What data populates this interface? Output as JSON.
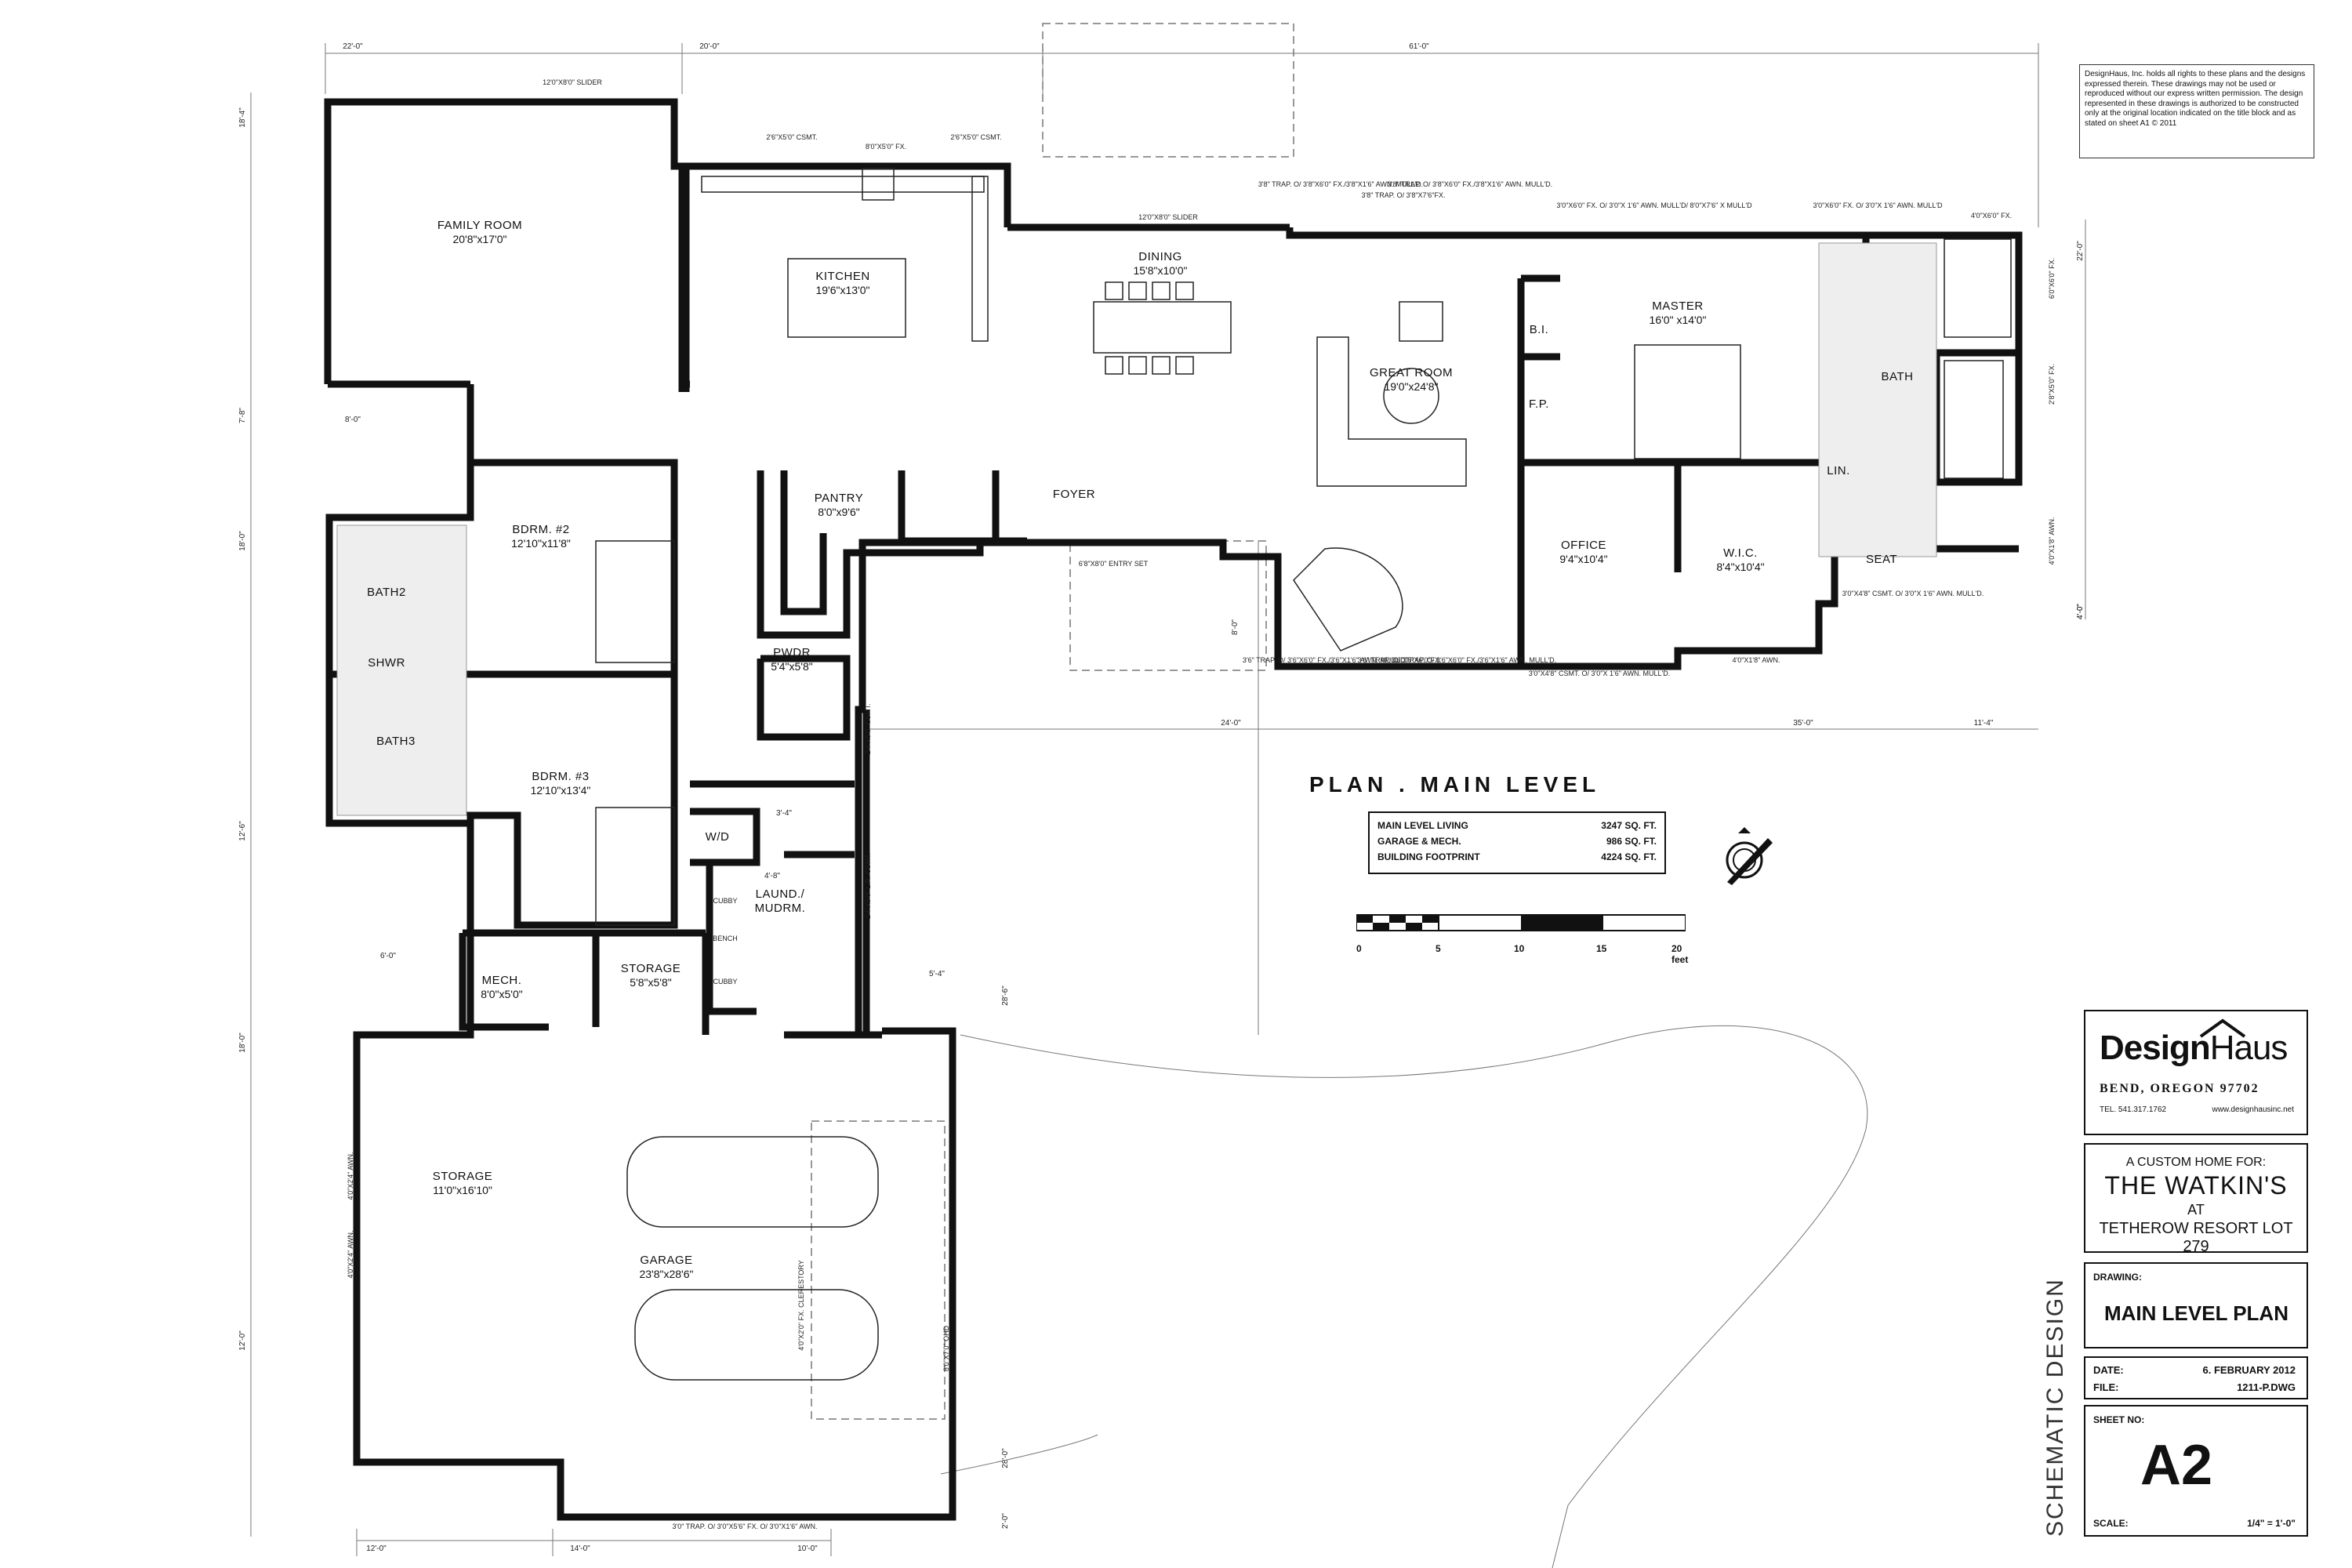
{
  "copyright": "DesignHaus, Inc. holds all rights to these plans and the designs expressed therein. These drawings may not be used or reproduced without our express written permission. The design represented in these drawings is authorized to be constructed only at the original location indicated on the title block and as stated on sheet A1     © 2011",
  "plan_title": "PLAN . MAIN LEVEL",
  "areas": [
    {
      "label": "MAIN LEVEL LIVING",
      "value": "3247 SQ. FT."
    },
    {
      "label": "GARAGE & MECH.",
      "value": "986 SQ. FT."
    },
    {
      "label": "BUILDING FOOTPRINT",
      "value": "4224 SQ. FT."
    }
  ],
  "scale_bar": {
    "labels": [
      "0",
      "5",
      "10",
      "15",
      "20 feet"
    ]
  },
  "rooms": {
    "family_room": {
      "name": "FAMILY ROOM",
      "size": "20'8\"x17'0\""
    },
    "kitchen": {
      "name": "KITCHEN",
      "size": "19'6\"x13'0\""
    },
    "dining": {
      "name": "DINING",
      "size": "15'8\"x10'0\""
    },
    "great_room": {
      "name": "GREAT ROOM",
      "size": "19'0\"x24'8\""
    },
    "master": {
      "name": "MASTER",
      "size": "16'0\" x14'0\""
    },
    "bath": {
      "name": "BATH"
    },
    "pantry": {
      "name": "PANTRY",
      "size": "8'0\"x9'6\""
    },
    "foyer": {
      "name": "FOYER"
    },
    "bdrm2": {
      "name": "BDRM. #2",
      "size": "12'10\"x11'8\""
    },
    "bath2": {
      "name": "BATH2"
    },
    "shwr": {
      "name": "SHWR"
    },
    "bath3": {
      "name": "BATH3"
    },
    "bdrm3": {
      "name": "BDRM. #3",
      "size": "12'10\"x13'4\""
    },
    "pwdr": {
      "name": "PWDR",
      "size": "5'4\"x5'8\""
    },
    "office": {
      "name": "OFFICE",
      "size": "9'4\"x10'4\""
    },
    "wic": {
      "name": "W.I.C.",
      "size": "8'4\"x10'4\""
    },
    "seat": {
      "name": "SEAT"
    },
    "lin": {
      "name": "LIN."
    },
    "bi": {
      "name": "B.I."
    },
    "fp": {
      "name": "F.P."
    },
    "wd": {
      "name": "W/D"
    },
    "laund": {
      "name": "LAUND./",
      "name2": "MUDRM."
    },
    "mech": {
      "name": "MECH.",
      "size": "8'0\"x5'0\""
    },
    "storage_small": {
      "name": "STORAGE",
      "size": "5'8\"x5'8\""
    },
    "storage_garage": {
      "name": "STORAGE",
      "size": "11'0\"x16'10\""
    },
    "garage": {
      "name": "GARAGE",
      "size": "23'8\"x28'6\""
    },
    "cubby1": {
      "name": "CUBBY"
    },
    "bench": {
      "name": "BENCH"
    },
    "cubby2": {
      "name": "CUBBY"
    }
  },
  "dimensions": {
    "top": [
      "22'-0\"",
      "20'-0\"",
      "61'-0\""
    ],
    "right_mid": [
      "24'-0\"",
      "35'-0\"",
      "11'-4\""
    ],
    "bottom": [
      "12'-0\"",
      "14'-0\"",
      "10'-0\""
    ],
    "left": [
      "18'-4\"",
      "7'-8\"",
      "18'-0\"",
      "12'-6\"",
      "18'-0\"",
      "12'-0\""
    ],
    "right": [
      "22'-0\"",
      "4'-0\""
    ],
    "misc": [
      "8'-0\"",
      "6'-0\"",
      "5'-4\"",
      "3'-4\"",
      "4'-8\"",
      "28'-6\"",
      "28'-0\"",
      "2'-0\"",
      "8'-0\"",
      "4'-0\""
    ]
  },
  "window_notes": [
    "12'0\"X8'0\" SLIDER",
    "2'6\"X5'0\" CSMT.",
    "8'0\"X5'0\" FX.",
    "2'6\"X5'0\" CSMT.",
    "12'0\"X8'0\" SLIDER",
    "3'8\" TRAP. O/ 3'8\"X6'0\" FX./3'8\"X1'6\" AWN. MULL'D.",
    "3'8\" TRAP. O/ 3'8\"X7'6\"FX.",
    "3'8\" TRAP. O/ 3'8\"X6'0\" FX./3'8\"X1'6\" AWN. MULL'D.",
    "3'0\"X6'0\" FX. O/ 3'0\"X 1'6\" AWN. MULL'D/ 8'0\"X7'6\" X MULL'D",
    "3'0\"X6'0\" FX. O/ 3'0\"X 1'6\" AWN. MULL'D",
    "4'0\"X6'0\" FX.",
    "6'0\"X6'0\" FX.",
    "2'8\"X5'0\" FX.",
    "4'0\"X1'8\" AWN.",
    "6'8\"X8'0\" ENTRY SET",
    "3'6\" TRAP. O/ 3'6\"X6'0\" FX./3'6\"X1'6\" AWN. MULL'D.",
    "3'6\" TRAP. O/ 3'6\"X6'0\"FX.",
    "3'6\" TRAP. O/ 3'6\"X6'0\" FX./3'6\"X1'6\" AWN. MULL'D.",
    "3'0\"X4'8\" CSMT. O/ 3'0\"X 1'6\" AWN. MULL'D.",
    "4'0\"X1'8\" AWN.",
    "3'0\"X4'8\" CSMT. O/ 3'0\"X 1'6\" AWN. MULL'D.",
    "4'0\"X1'8\" AWN.",
    "2'4\"X5'0\" CSMT.",
    "2'4\"X5'0\" L.R. CSMT.",
    "3'0\" TRAP. O/ 3'0\"X5'6\" FX. O/ 3'0\"X1'6\" AWN.",
    "8'0\"X7'0\" OHD",
    "4'0\"X2'0\" FX. CLERESTORY",
    "4'0\"X2'4\" AWN.",
    "4'0\"X2'4\" AWN."
  ],
  "title_block": {
    "logo_design": "Design",
    "logo_haus": "Haus",
    "city": "BEND, OREGON 97702",
    "tel": "TEL. 541.317.1762",
    "web": "www.designhausinc.net",
    "client_intro": "A CUSTOM HOME FOR:",
    "client_name": "THE WATKIN'S",
    "client_at": "AT",
    "client_lot": "TETHEROW RESORT LOT 279",
    "drawing_label": "DRAWING:",
    "drawing_name": "MAIN LEVEL PLAN",
    "date_label": "DATE:",
    "date_value": "6. FEBRUARY 2012",
    "file_label": "FILE:",
    "file_value": "1211-P.DWG",
    "sheet_label": "SHEET NO:",
    "sheet_no": "A2",
    "scale_label": "SCALE:",
    "scale_value": "1/4\" = 1'-0\"",
    "schematic": "SCHEMATIC DESIGN"
  }
}
